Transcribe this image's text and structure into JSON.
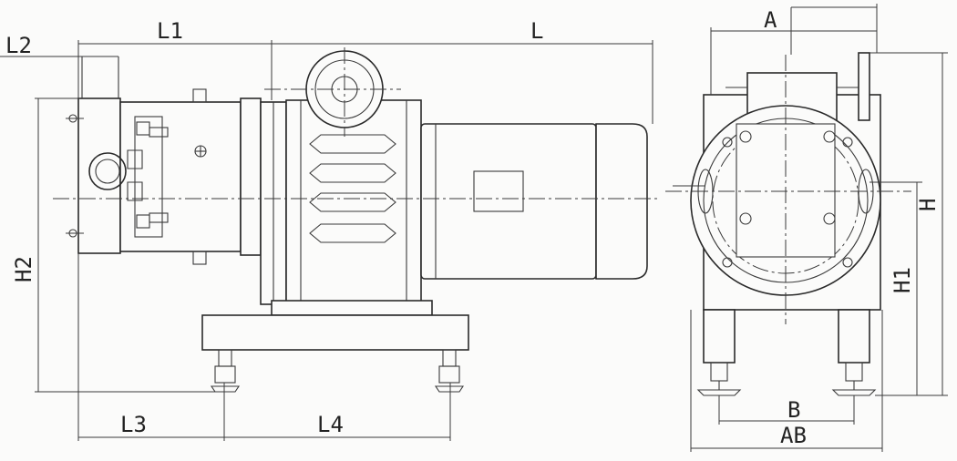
{
  "labels": {
    "L1": "L1",
    "L": "L",
    "L2": "L2",
    "L3": "L3",
    "L4": "L4",
    "H2": "H2",
    "A": "A",
    "H": "H",
    "H1": "H1",
    "B": "B",
    "AB": "AB"
  }
}
